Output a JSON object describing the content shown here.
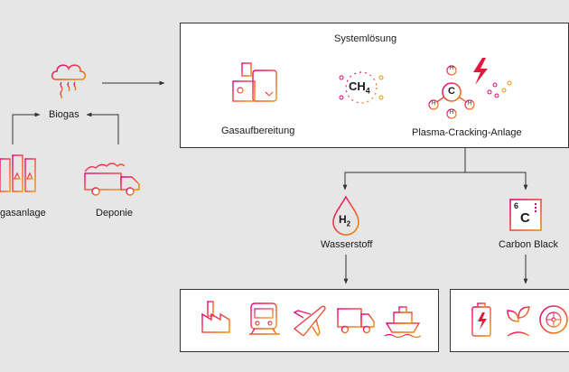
{
  "title": "Systemlösung",
  "nodes": {
    "biogas": "Biogas",
    "biogasanlage": "gasanlage",
    "deponie": "Deponie",
    "gasaufbereitung": "Gasaufbereitung",
    "methane": "CH",
    "methane_sub": "4",
    "plasma": "Plasma-Cracking-Anlage",
    "carbon_symbol": "C",
    "hydrogen_atom": "H",
    "wasserstoff": "Wasserstoff",
    "h2_symbol": "H",
    "h2_sub": "2",
    "carbon_black": "Carbon Black",
    "carbon_number": "6",
    "carbon_big": "C"
  },
  "colors": {
    "gradient_start": "#e5007d",
    "gradient_end": "#f39200",
    "line": "#333333"
  },
  "icons": {
    "hydrogen_uses": [
      "industry-icon",
      "train-icon",
      "airplane-icon",
      "truck-icon",
      "ship-icon"
    ],
    "carbon_uses": [
      "battery-icon",
      "plant-icon",
      "tire-icon"
    ]
  }
}
